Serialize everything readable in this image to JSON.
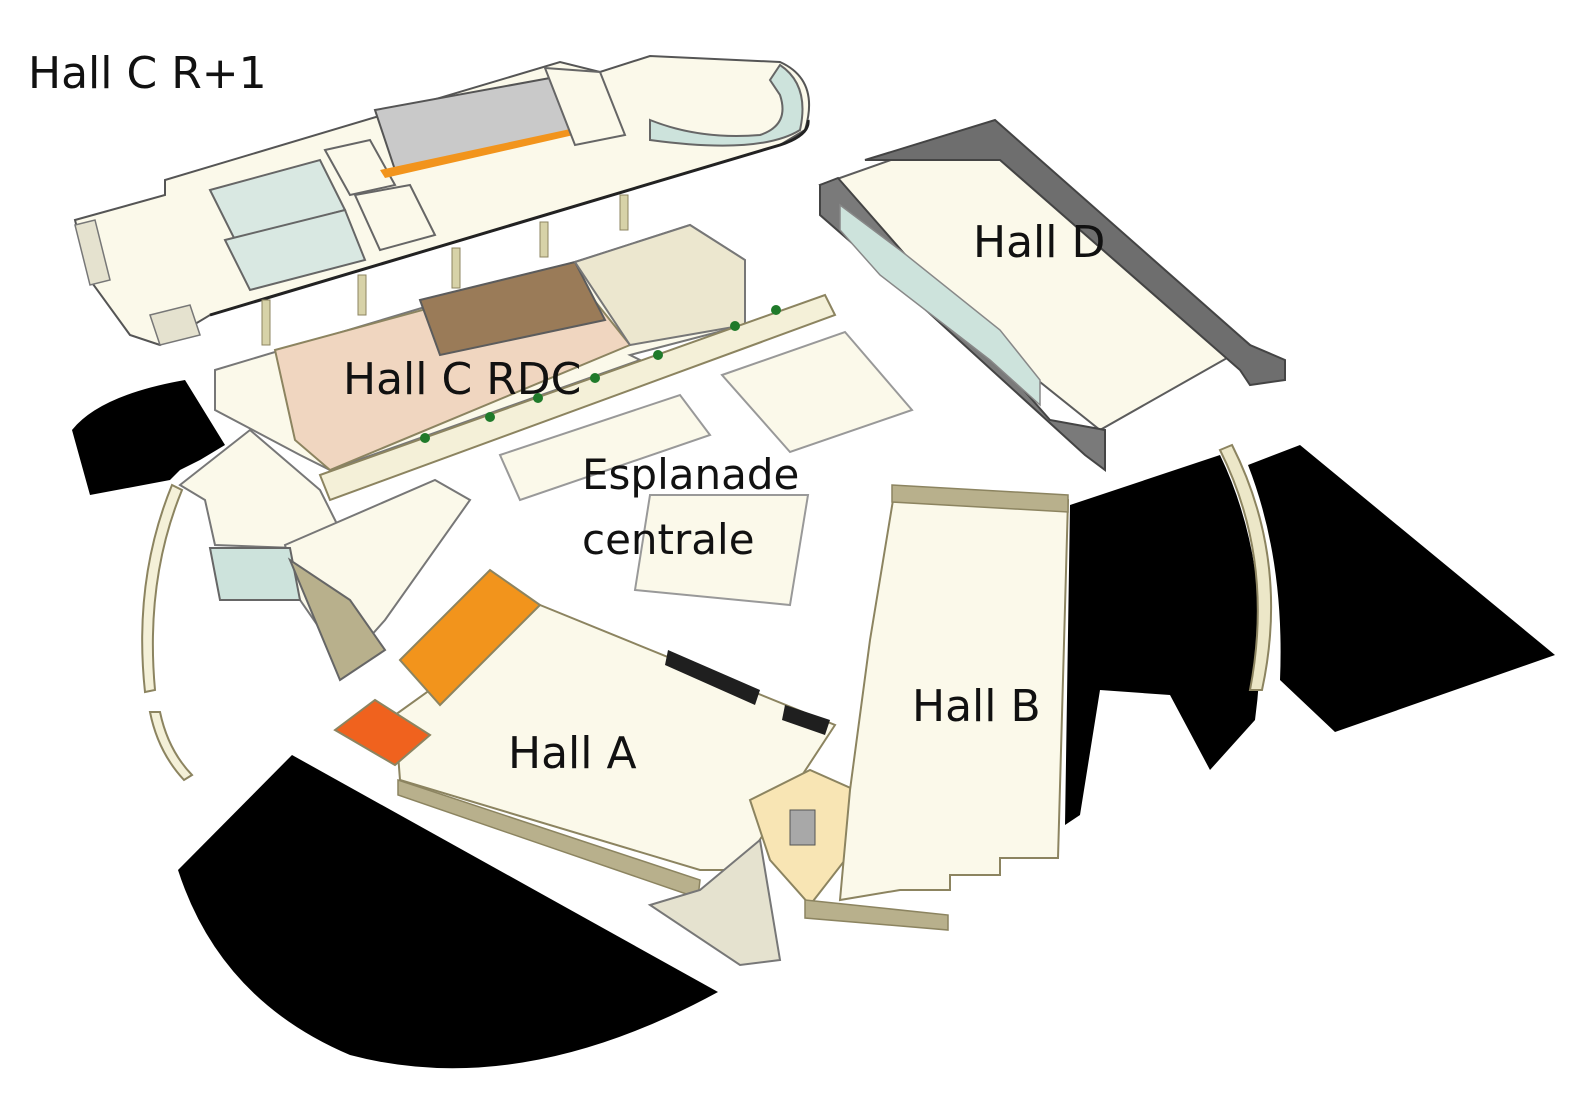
{
  "map": {
    "labels": {
      "hall_c_upper": "Hall C R+1",
      "hall_c_ground": "Hall C RDC",
      "hall_d": "Hall D",
      "esplanade_line1": "Esplanade",
      "esplanade_line2": "centrale",
      "hall_a": "Hall A",
      "hall_b": "Hall B"
    },
    "colors": {
      "floor": "#fbf9ea",
      "wall_dark": "#5c5c5c",
      "wall_olive": "#8c8460",
      "room_brown": "#9a7b58",
      "room_pink": "#f0d6c0",
      "room_orange": "#f2941c",
      "room_red_orange": "#f0621e",
      "glass": "#cde3dc",
      "blocked_area": "#000000"
    }
  }
}
